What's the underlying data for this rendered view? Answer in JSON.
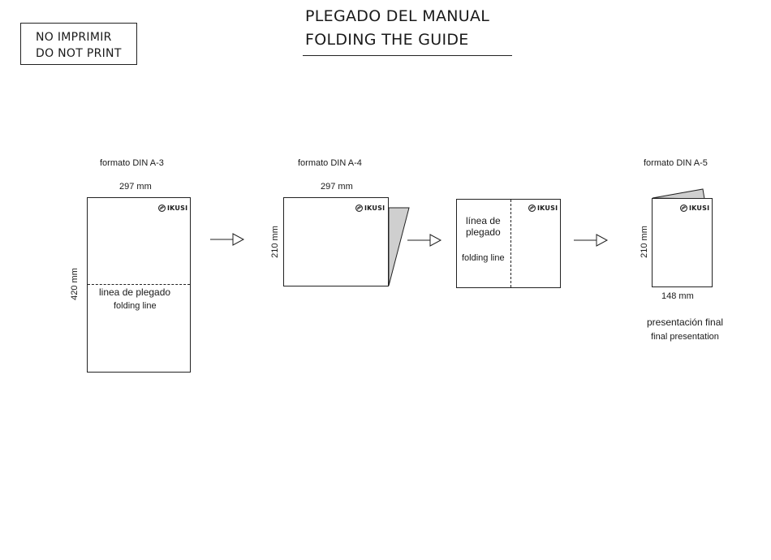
{
  "stamp": {
    "line1": "NO IMPRIMIR",
    "line2": "DO NOT PRINT"
  },
  "title": {
    "line1": "PLEGADO DEL MANUAL",
    "line2": "FOLDING THE GUIDE"
  },
  "formats": {
    "a3": "formato DIN A-3",
    "a4": "formato DIN A-4",
    "a5": "formato DIN A-5"
  },
  "dims": {
    "w297": "297 mm",
    "h420": "420 mm",
    "h210": "210 mm",
    "w148": "148 mm"
  },
  "fold": {
    "es": "linea de plegado",
    "en": "folding line",
    "es_line1": "línea de",
    "es_line2": "plegado"
  },
  "logo": {
    "name": "IKUSI"
  },
  "final": {
    "es": "presentación final",
    "en": "final presentation"
  },
  "colors": {
    "ink": "#222222",
    "flap": "#cfcfcf"
  },
  "icons": [
    "ikusi-logo-icon",
    "arrow-right-icon"
  ]
}
